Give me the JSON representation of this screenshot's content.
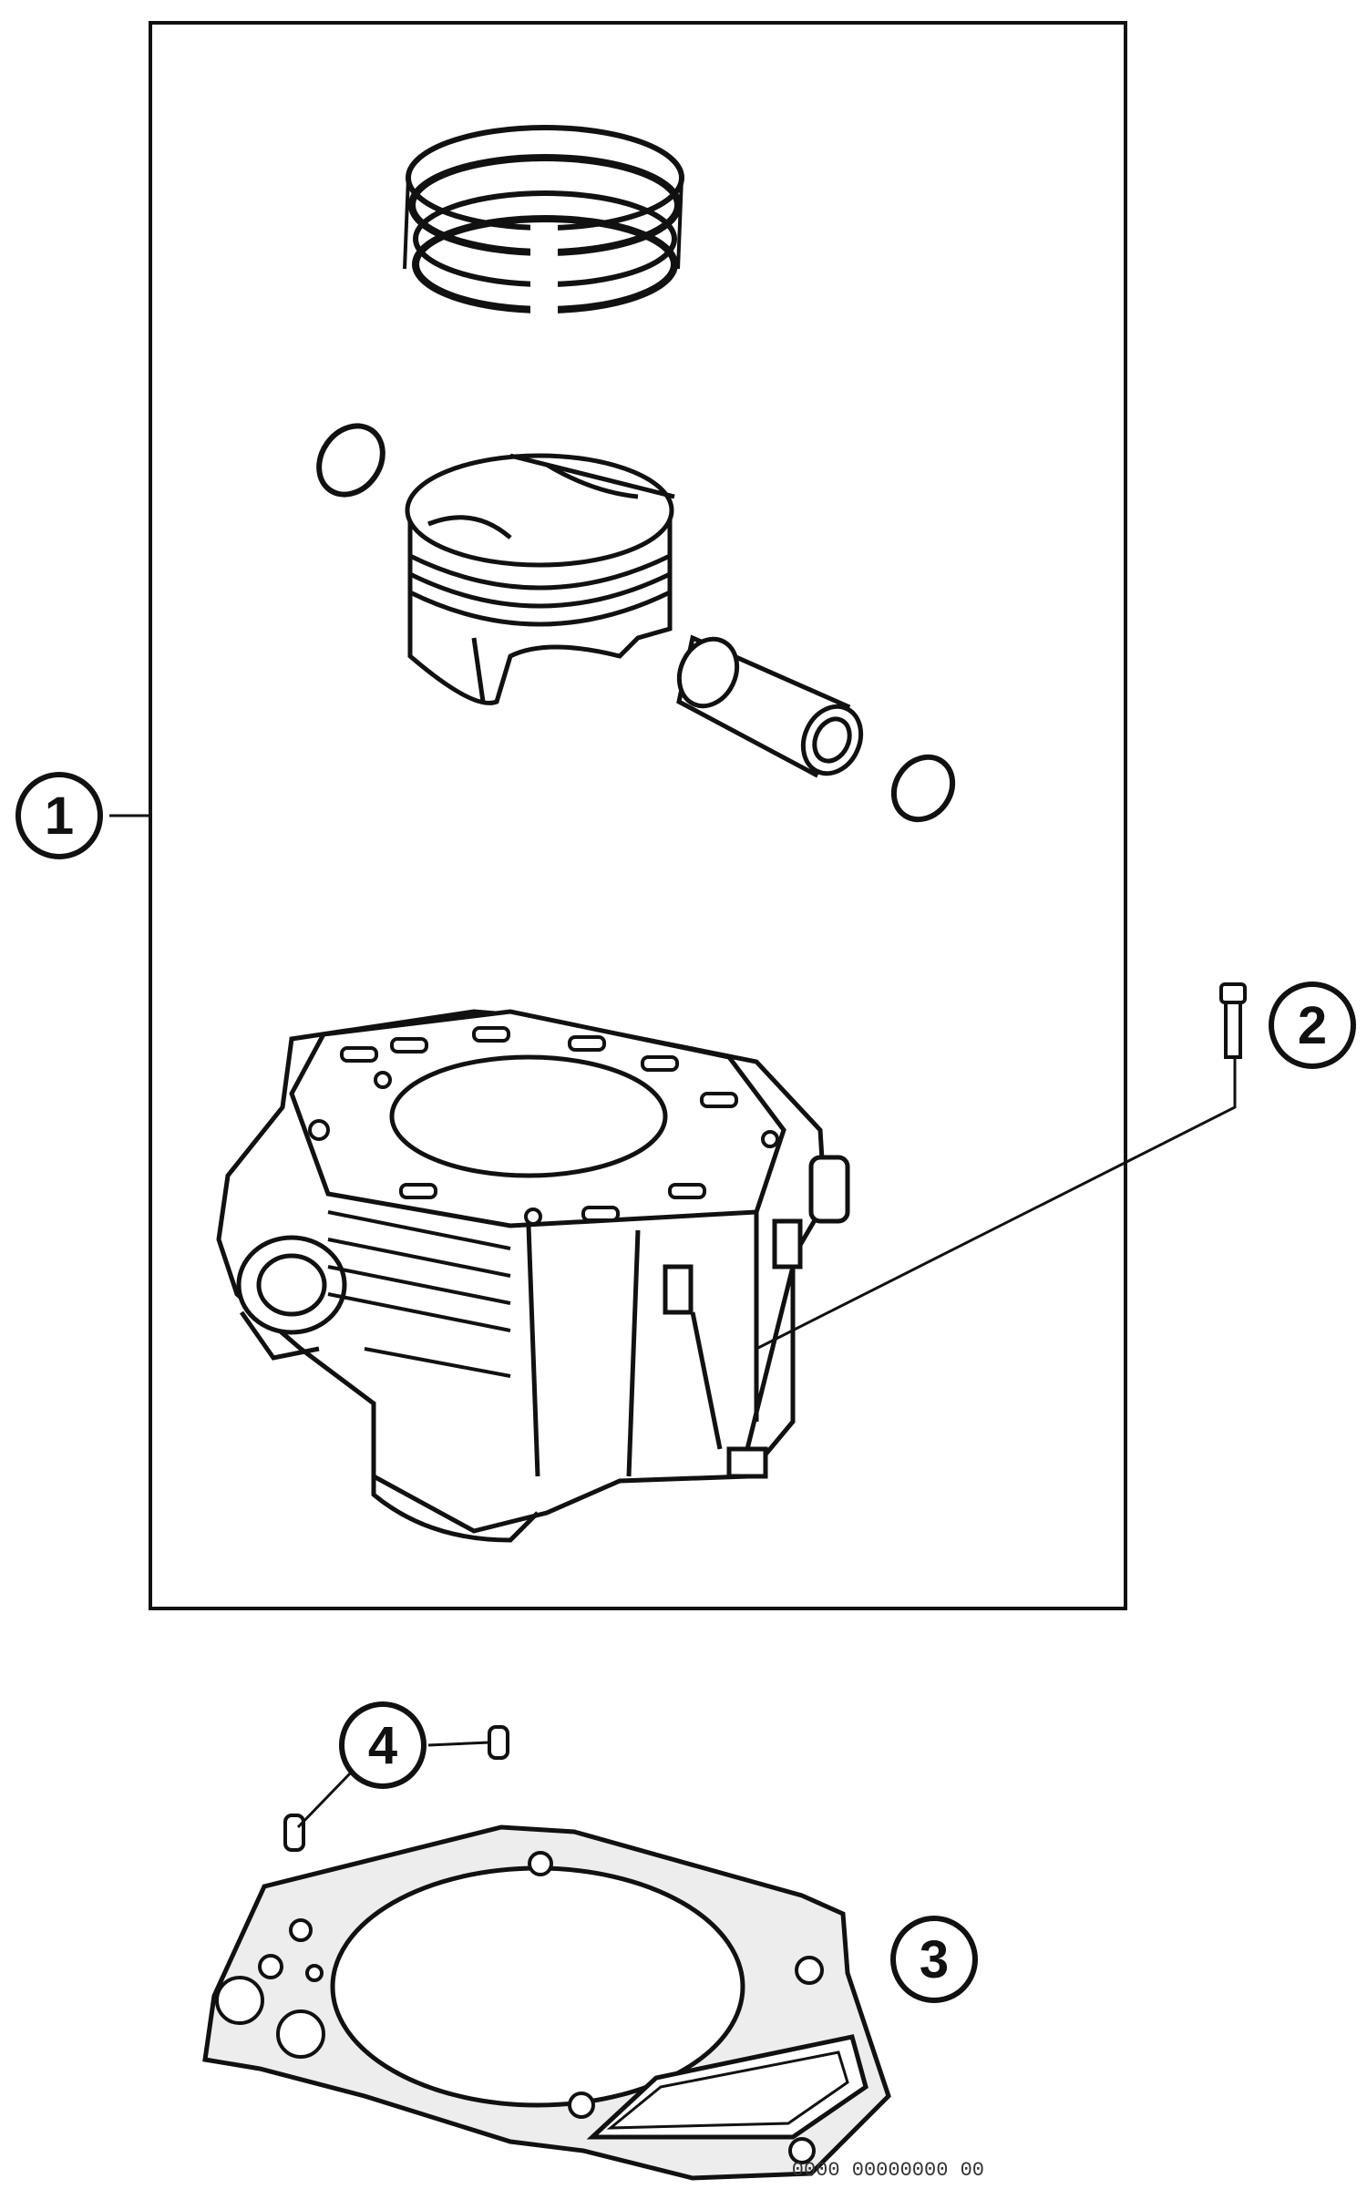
{
  "callouts": [
    {
      "id": "callout-1",
      "label": "1"
    },
    {
      "id": "callout-2",
      "label": "2"
    },
    {
      "id": "callout-3",
      "label": "3"
    },
    {
      "id": "callout-4",
      "label": "4"
    }
  ],
  "drawing_code": "0000 00000000 00",
  "colors": {
    "line": "#111111",
    "background": "#ffffff",
    "gasket_fill": "#ededed"
  }
}
